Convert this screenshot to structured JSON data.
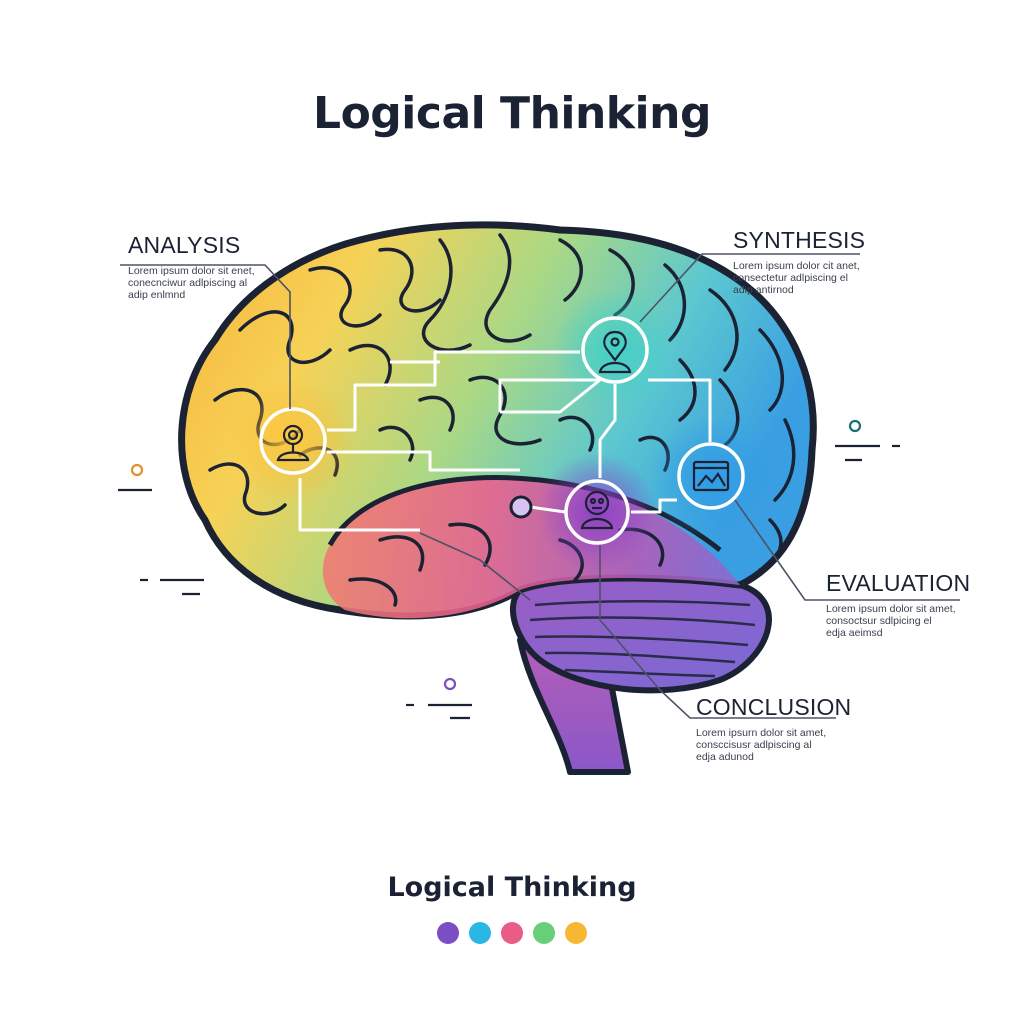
{
  "title": "Logical Thinking",
  "subtitle": "Logical Thinking",
  "nodes": {
    "analysis": {
      "label": "ANALYSIS",
      "desc": [
        "Lorem ipsum dolor sit enet,",
        "conecnciwur adlpiscing al",
        "adip enlmnd"
      ],
      "color": "#f7b733"
    },
    "synthesis": {
      "label": "SYNTHESIS",
      "desc": [
        "Lorem ipsum dolor cit anet,",
        "consectetur adlpiscing el",
        "adip antirnod"
      ],
      "color": "#3ecbc7"
    },
    "evaluation": {
      "label": "EVALUATION",
      "desc": [
        "Lorem ipsum dolor sit amet,",
        "consoctsur sdlpicing el",
        "edja aeimsd"
      ],
      "color": "#3fa0e0"
    },
    "conclusion": {
      "label": "CONCLUSION",
      "desc": [
        "Lorem ipsurn dolor sit amet,",
        "consccisusr adlpiscing al",
        "edja adunod"
      ],
      "color": "#9047c4"
    }
  },
  "legend_colors": [
    "#7b4fc3",
    "#2bb7e6",
    "#ea5c86",
    "#68cf78",
    "#f7b733"
  ],
  "icons": [
    "person-pin-icon",
    "person-location-icon",
    "thinking-face-icon",
    "image-frame-icon"
  ]
}
